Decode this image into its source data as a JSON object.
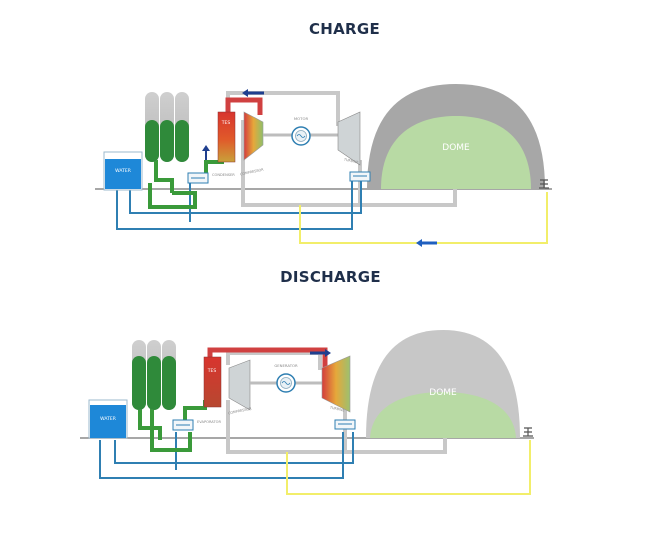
{
  "charge": {
    "title": "CHARGE",
    "labels": {
      "water": "WATER",
      "tes": "TES",
      "motor": "MOTOR",
      "compressor": "COMPRESSOR",
      "turbine": "TURBINE",
      "condenser": "CONDENSER",
      "dome": "DOME"
    },
    "flow_arrows": [
      "arrow-left",
      "arrow-up",
      "arrow-left"
    ]
  },
  "discharge": {
    "title": "DISCHARGE",
    "labels": {
      "water": "WATER",
      "tes": "TES",
      "generator": "GENERATOR",
      "compressor": "COMPRESSOR",
      "turbine": "TURBINE",
      "evaporator": "EVAPORATOR",
      "dome": "DOME"
    },
    "flow_arrows": [
      "arrow-right"
    ]
  },
  "colors": {
    "water": "#1e88d8",
    "tank_green": "#2f8a3a",
    "tank_gray": "#c9c9c9",
    "pipe_blue": "#2f7fb2",
    "pipe_gray": "#c8c8c8",
    "pipe_green": "#3a9a3a",
    "pipe_red": "#d43c3c",
    "pipe_yellow": "#f2ee6a",
    "dome_gray": "#a9a9a9",
    "dome_green": "#b7d9a6",
    "title": "#1f2f4a"
  }
}
